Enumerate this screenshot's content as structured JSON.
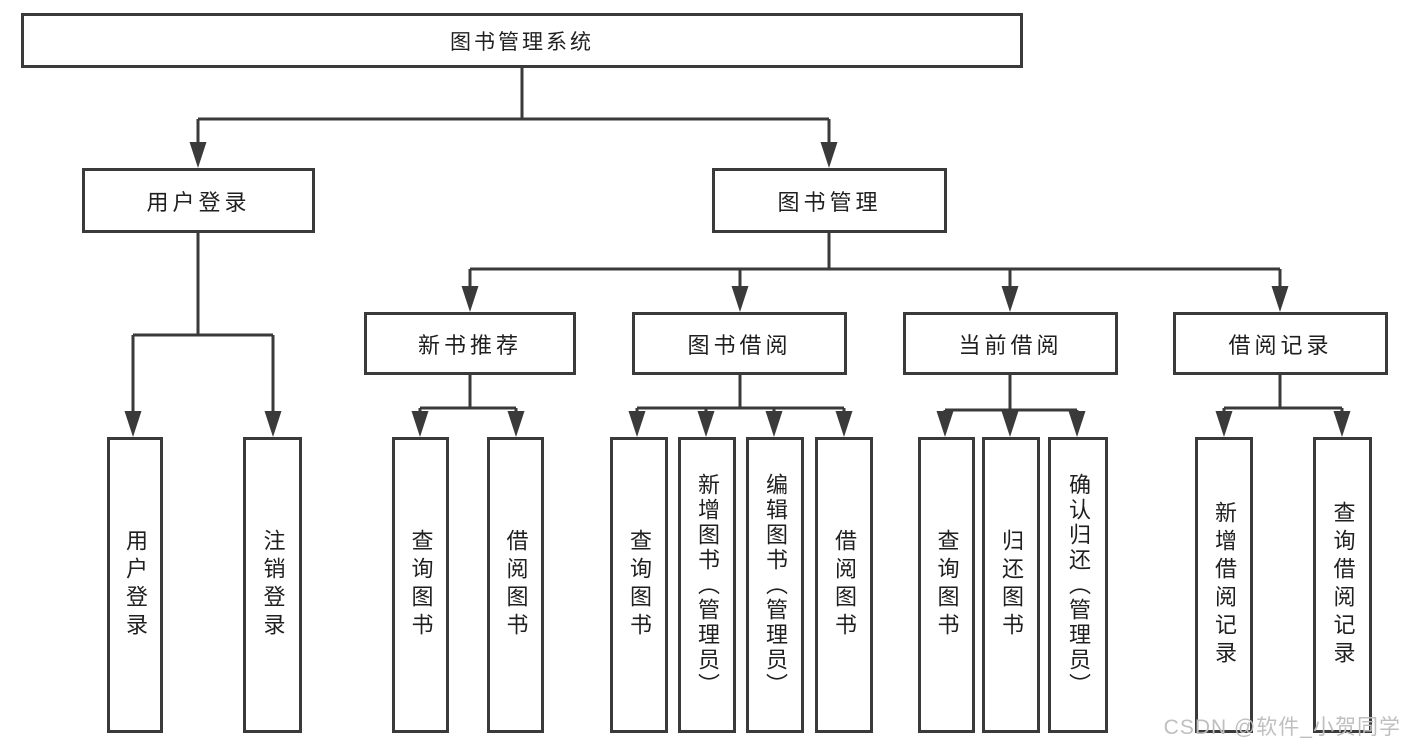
{
  "root": {
    "label": "图书管理系统"
  },
  "branches": [
    {
      "label": "用户登录",
      "children": [
        {
          "label": "用户登录"
        },
        {
          "label": "注销登录"
        }
      ]
    },
    {
      "label": "图书管理",
      "children": [
        {
          "label": "新书推荐",
          "children": [
            {
              "label": "查询图书"
            },
            {
              "label": "借阅图书"
            }
          ]
        },
        {
          "label": "图书借阅",
          "children": [
            {
              "label": "查询图书"
            },
            {
              "label": "新增图书（管理员）"
            },
            {
              "label": "编辑图书（管理员）"
            },
            {
              "label": "借阅图书"
            }
          ]
        },
        {
          "label": "当前借阅",
          "children": [
            {
              "label": "查询图书"
            },
            {
              "label": "归还图书"
            },
            {
              "label": "确认归还（管理员）"
            }
          ]
        },
        {
          "label": "借阅记录",
          "children": [
            {
              "label": "新增借阅记录"
            },
            {
              "label": "查询借阅记录"
            }
          ]
        }
      ]
    }
  ],
  "watermark": "CSDN @软件_小贺同学",
  "colors": {
    "line": "#3a3a3a",
    "text": "#1f1f1f",
    "watermark_gray": "#bfbfbf",
    "background": "#ffffff"
  }
}
